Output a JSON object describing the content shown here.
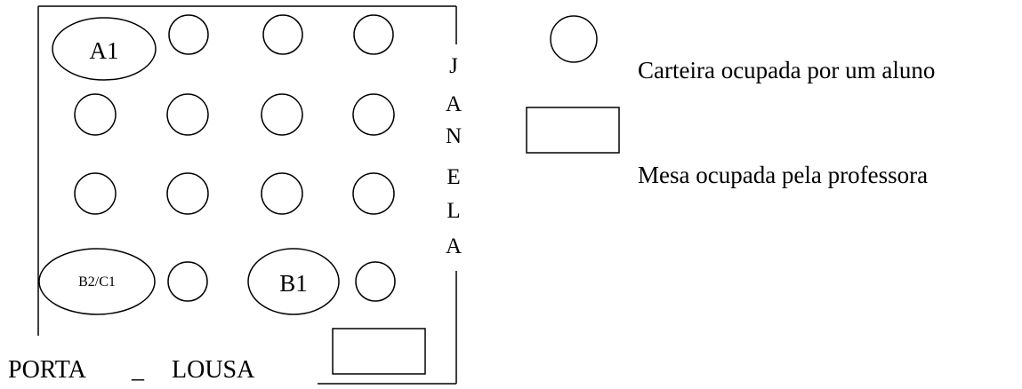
{
  "seat_labels": {
    "a1": "A1",
    "b2c1": "B2/C1",
    "b1": "B1"
  },
  "window_label": [
    "J",
    "A",
    "N",
    "E",
    "L",
    "A"
  ],
  "door_label": "PORTA",
  "separator": "_",
  "board_label": "LOUSA",
  "legend": {
    "student_desk": "Carteira ocupada por um aluno",
    "teacher_desk": "Mesa ocupada pela professora"
  }
}
